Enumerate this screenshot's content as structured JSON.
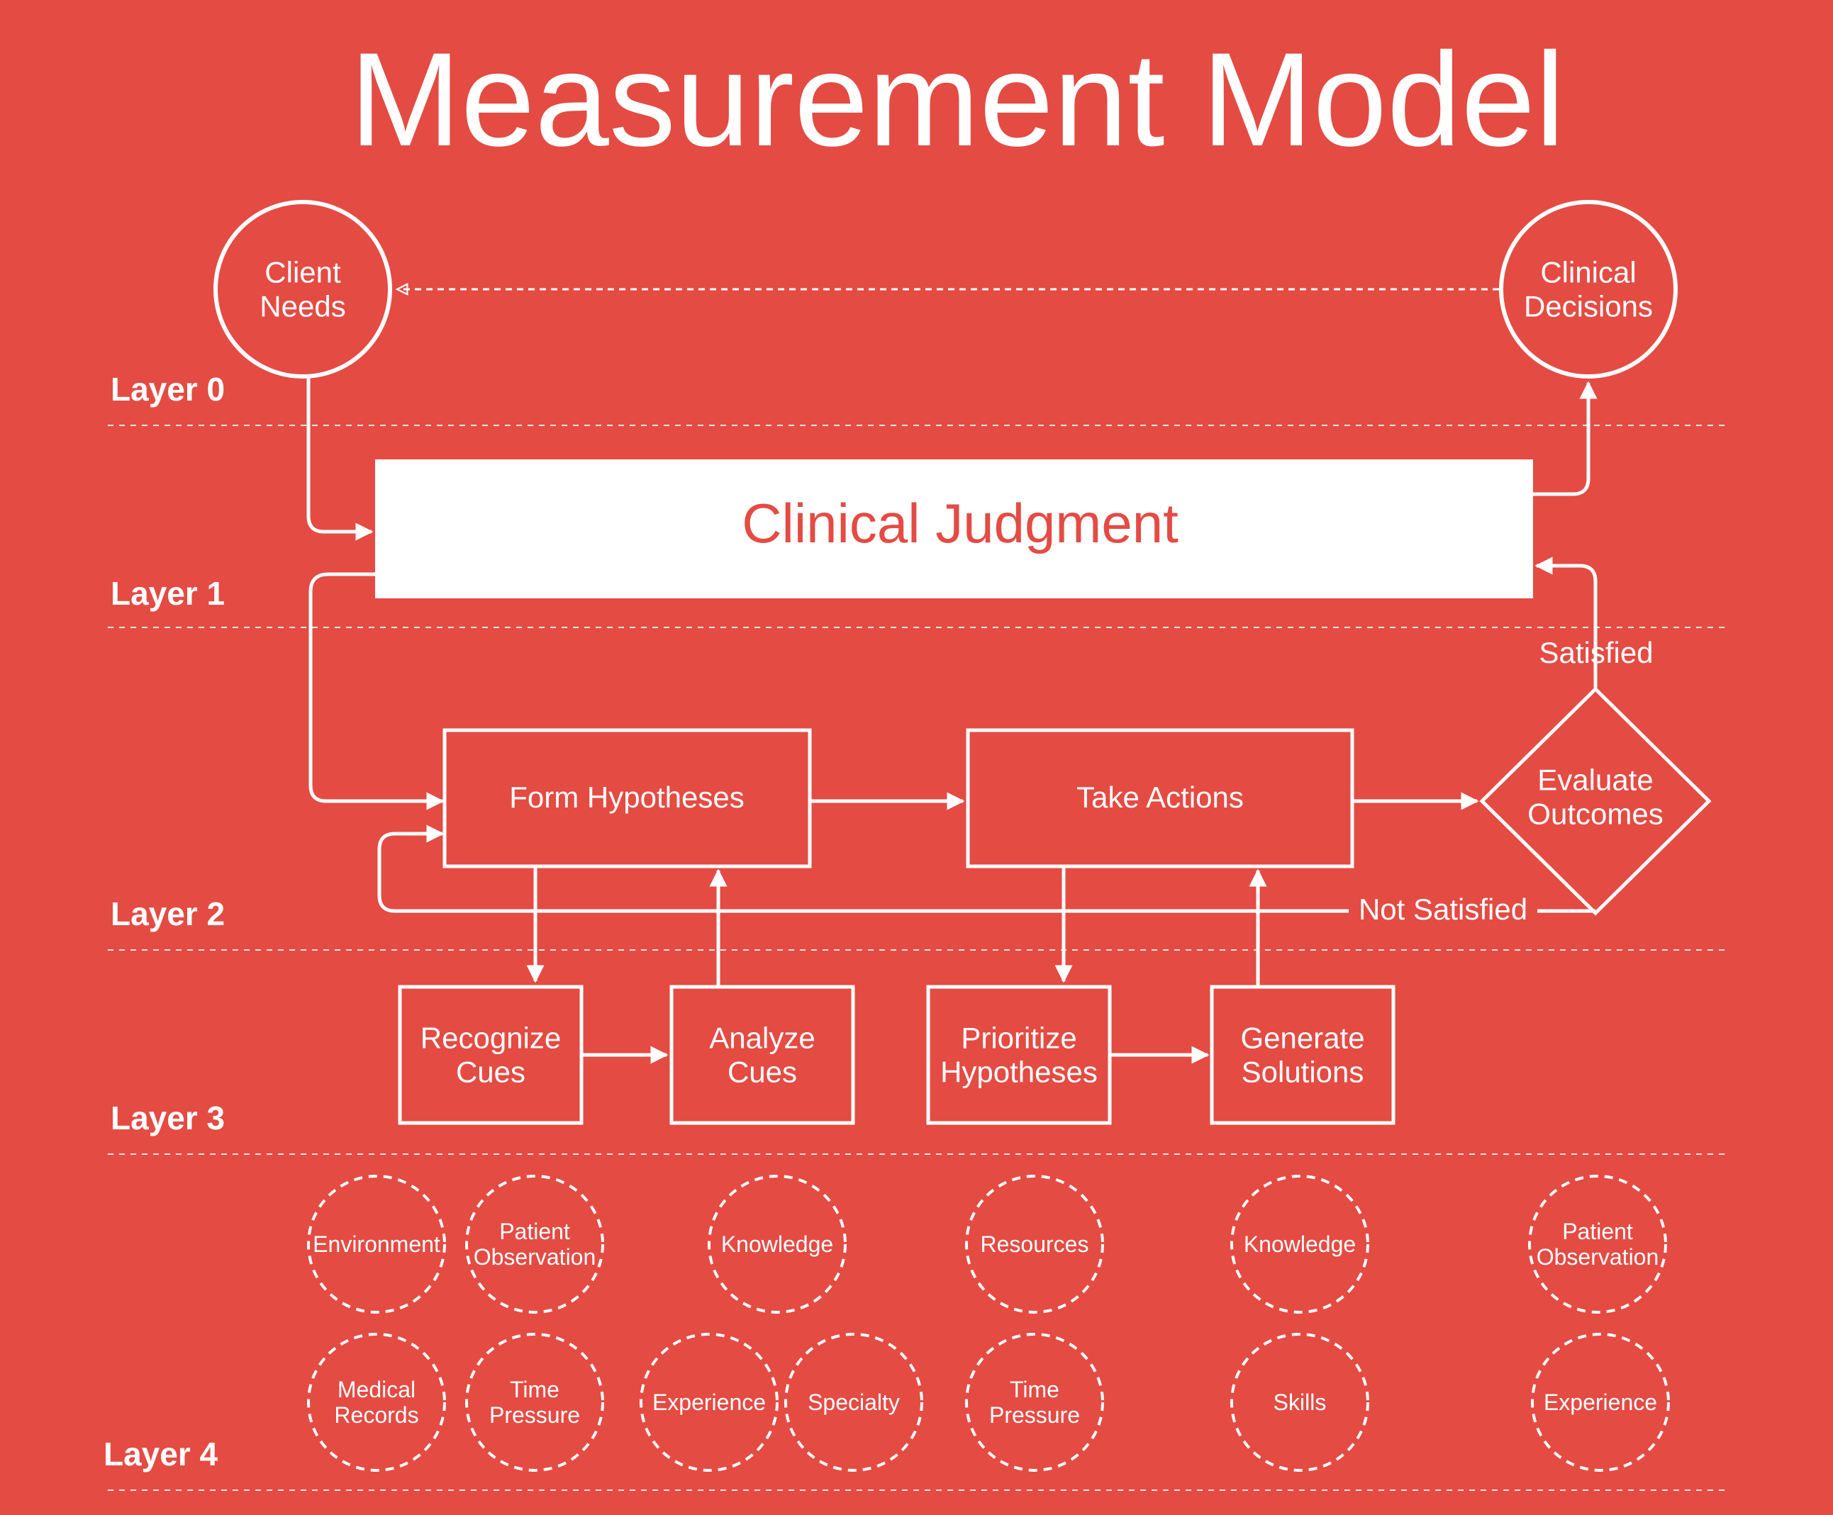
{
  "title": "Measurement Model",
  "colors": {
    "background": "#E44B43",
    "foreground": "#FFFFFF",
    "judgment_text": "#E44B43"
  },
  "layers": [
    "Layer 0",
    "Layer 1",
    "Layer 2",
    "Layer 3",
    "Layer 4"
  ],
  "layer0": {
    "client_needs": [
      "Client",
      "Needs"
    ],
    "clinical_decisions": [
      "Clinical",
      "Decisions"
    ]
  },
  "layer1": {
    "clinical_judgment": "Clinical Judgment"
  },
  "layer2": {
    "form_hypotheses": "Form Hypotheses",
    "take_actions": "Take Actions",
    "evaluate_outcomes": [
      "Evaluate",
      "Outcomes"
    ],
    "satisfied": "Satisfied",
    "not_satisfied": "Not Satisfied"
  },
  "layer3": {
    "recognize_cues": [
      "Recognize",
      "Cues"
    ],
    "analyze_cues": [
      "Analyze",
      "Cues"
    ],
    "prioritize_hypotheses": [
      "Prioritize",
      "Hypotheses"
    ],
    "generate_solutions": [
      "Generate",
      "Solutions"
    ]
  },
  "layer4": {
    "environment": [
      "Environment"
    ],
    "patient_observation_1": [
      "Patient",
      "Observation"
    ],
    "knowledge_1": [
      "Knowledge"
    ],
    "resources": [
      "Resources"
    ],
    "knowledge_2": [
      "Knowledge"
    ],
    "patient_observation_2": [
      "Patient",
      "Observation"
    ],
    "medical_records": [
      "Medical",
      "Records"
    ],
    "time_pressure_1": [
      "Time",
      "Pressure"
    ],
    "experience_1": [
      "Experience"
    ],
    "specialty": [
      "Specialty"
    ],
    "time_pressure_2": [
      "Time",
      "Pressure"
    ],
    "skills": [
      "Skills"
    ],
    "experience_2": [
      "Experience"
    ]
  }
}
